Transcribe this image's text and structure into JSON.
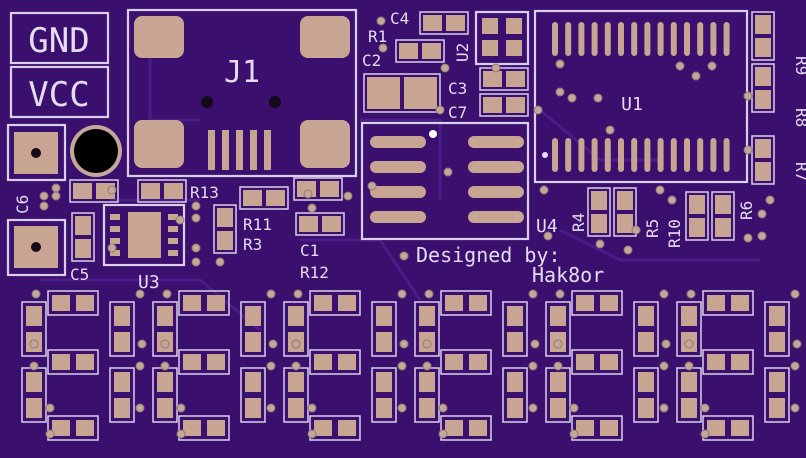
{
  "board": {
    "colors": {
      "soldermask": "#3a0f6e",
      "silkscreen": "#d8d0e8",
      "pad": "#c7a592",
      "hole": "#150a1a"
    },
    "labels": {
      "gnd": "GND",
      "vcc": "VCC",
      "j1": "J1",
      "u1": "U1",
      "u2": "U2",
      "u3": "U3",
      "u4": "U4",
      "c1": "C1",
      "c2": "C2",
      "c3": "C3",
      "c4": "C4",
      "c5": "C5",
      "c6": "C6",
      "c7": "C7",
      "r1": "R1",
      "r3": "R3",
      "r4": "R4",
      "r5": "R5",
      "r6": "R6",
      "r7": "R7",
      "r8": "R8",
      "r9": "R9",
      "r10": "R10",
      "r11": "R11",
      "r12": "R12",
      "r13": "R13",
      "credit_line1": "Designed by:",
      "credit_line2": "Hak8or"
    },
    "display": {
      "digit_count": 6,
      "segment_icon": "smd-led-pad-icon"
    }
  }
}
